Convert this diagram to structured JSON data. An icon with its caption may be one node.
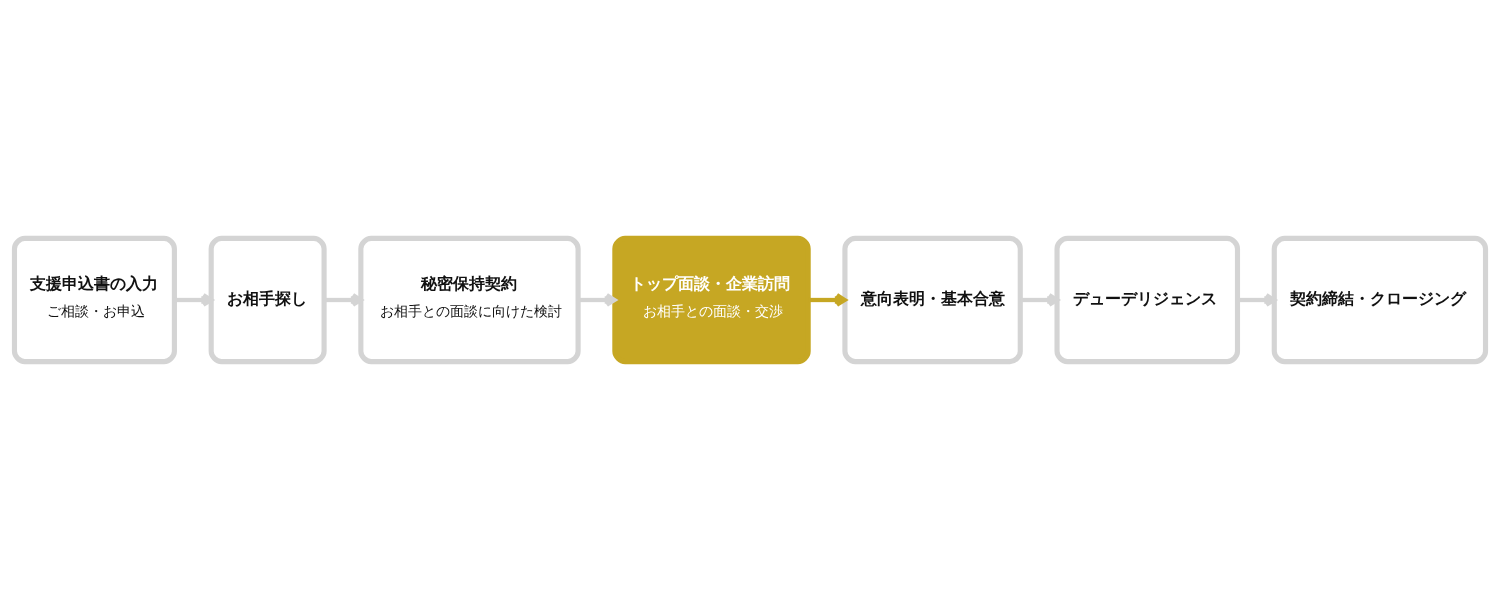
{
  "diagram": {
    "nodes": [
      {
        "text": [
          "支援申込書の入力",
          "ご相談・お申込"
        ]
      },
      {
        "text": [
          "お相手探し"
        ]
      },
      {
        "text": [
          "秘密保持契約",
          "お相手との面談に向けた検討"
        ]
      },
      {
        "text": [
          "トップ面談・企業訪問",
          "お相手との面談・交渉"
        ]
      },
      {
        "text": [
          "意向表明・基本合意"
        ]
      },
      {
        "text": [
          "デューデリジェンス"
        ]
      },
      {
        "text": [
          "契約締結・クロージング"
        ]
      }
    ],
    "edges": [
      {
        "from": 0,
        "to": 1,
        "arrow": "to"
      },
      {
        "from": 1,
        "to": 2,
        "arrow": "to"
      },
      {
        "from": 2,
        "to": 3,
        "arrow": "to"
      },
      {
        "from": 3,
        "to": 4,
        "arrow": "to",
        "color": "#c6a723"
      },
      {
        "from": 4,
        "to": 5,
        "arrow": "to"
      },
      {
        "from": 5,
        "to": 6,
        "arrow": "to"
      }
    ]
  }
}
